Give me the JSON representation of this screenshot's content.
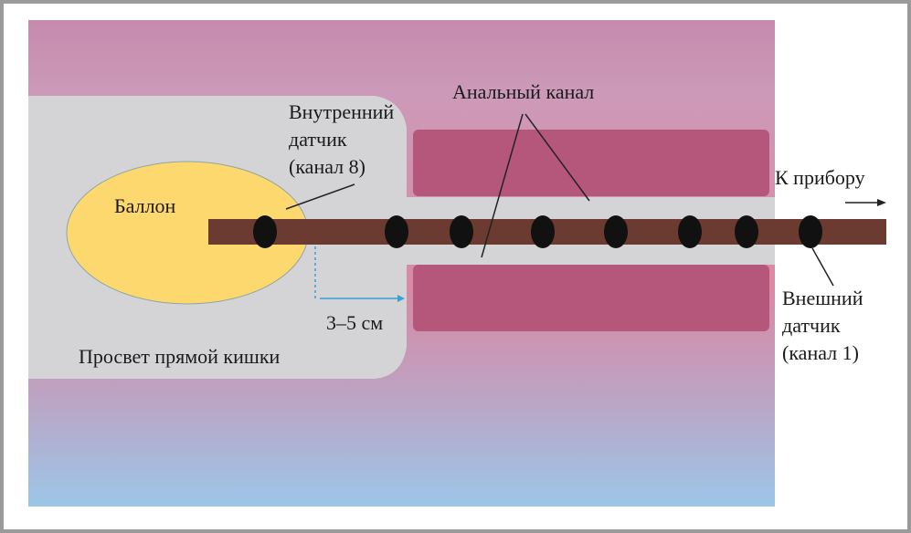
{
  "labels": {
    "anal_canal": "Анальный канал",
    "inner_sensor": [
      "Внутренний",
      "датчик",
      "(канал 8)"
    ],
    "balloon": "Баллон",
    "to_device": "К прибору",
    "distance": "3–5 см",
    "outer_sensor": [
      "Внешний",
      "датчик",
      "(канал 1)"
    ],
    "rectal_lumen": "Просвет прямой кишки"
  },
  "colors": {
    "tissue_top": "#c98fb0",
    "sphincter": "#b5577a",
    "lumen": "#d4d4d6",
    "balloon": "#fcd86f",
    "catheter": "#6b3a30",
    "tissue_bottom": "#9cc4e6"
  },
  "sensor_count": 8
}
